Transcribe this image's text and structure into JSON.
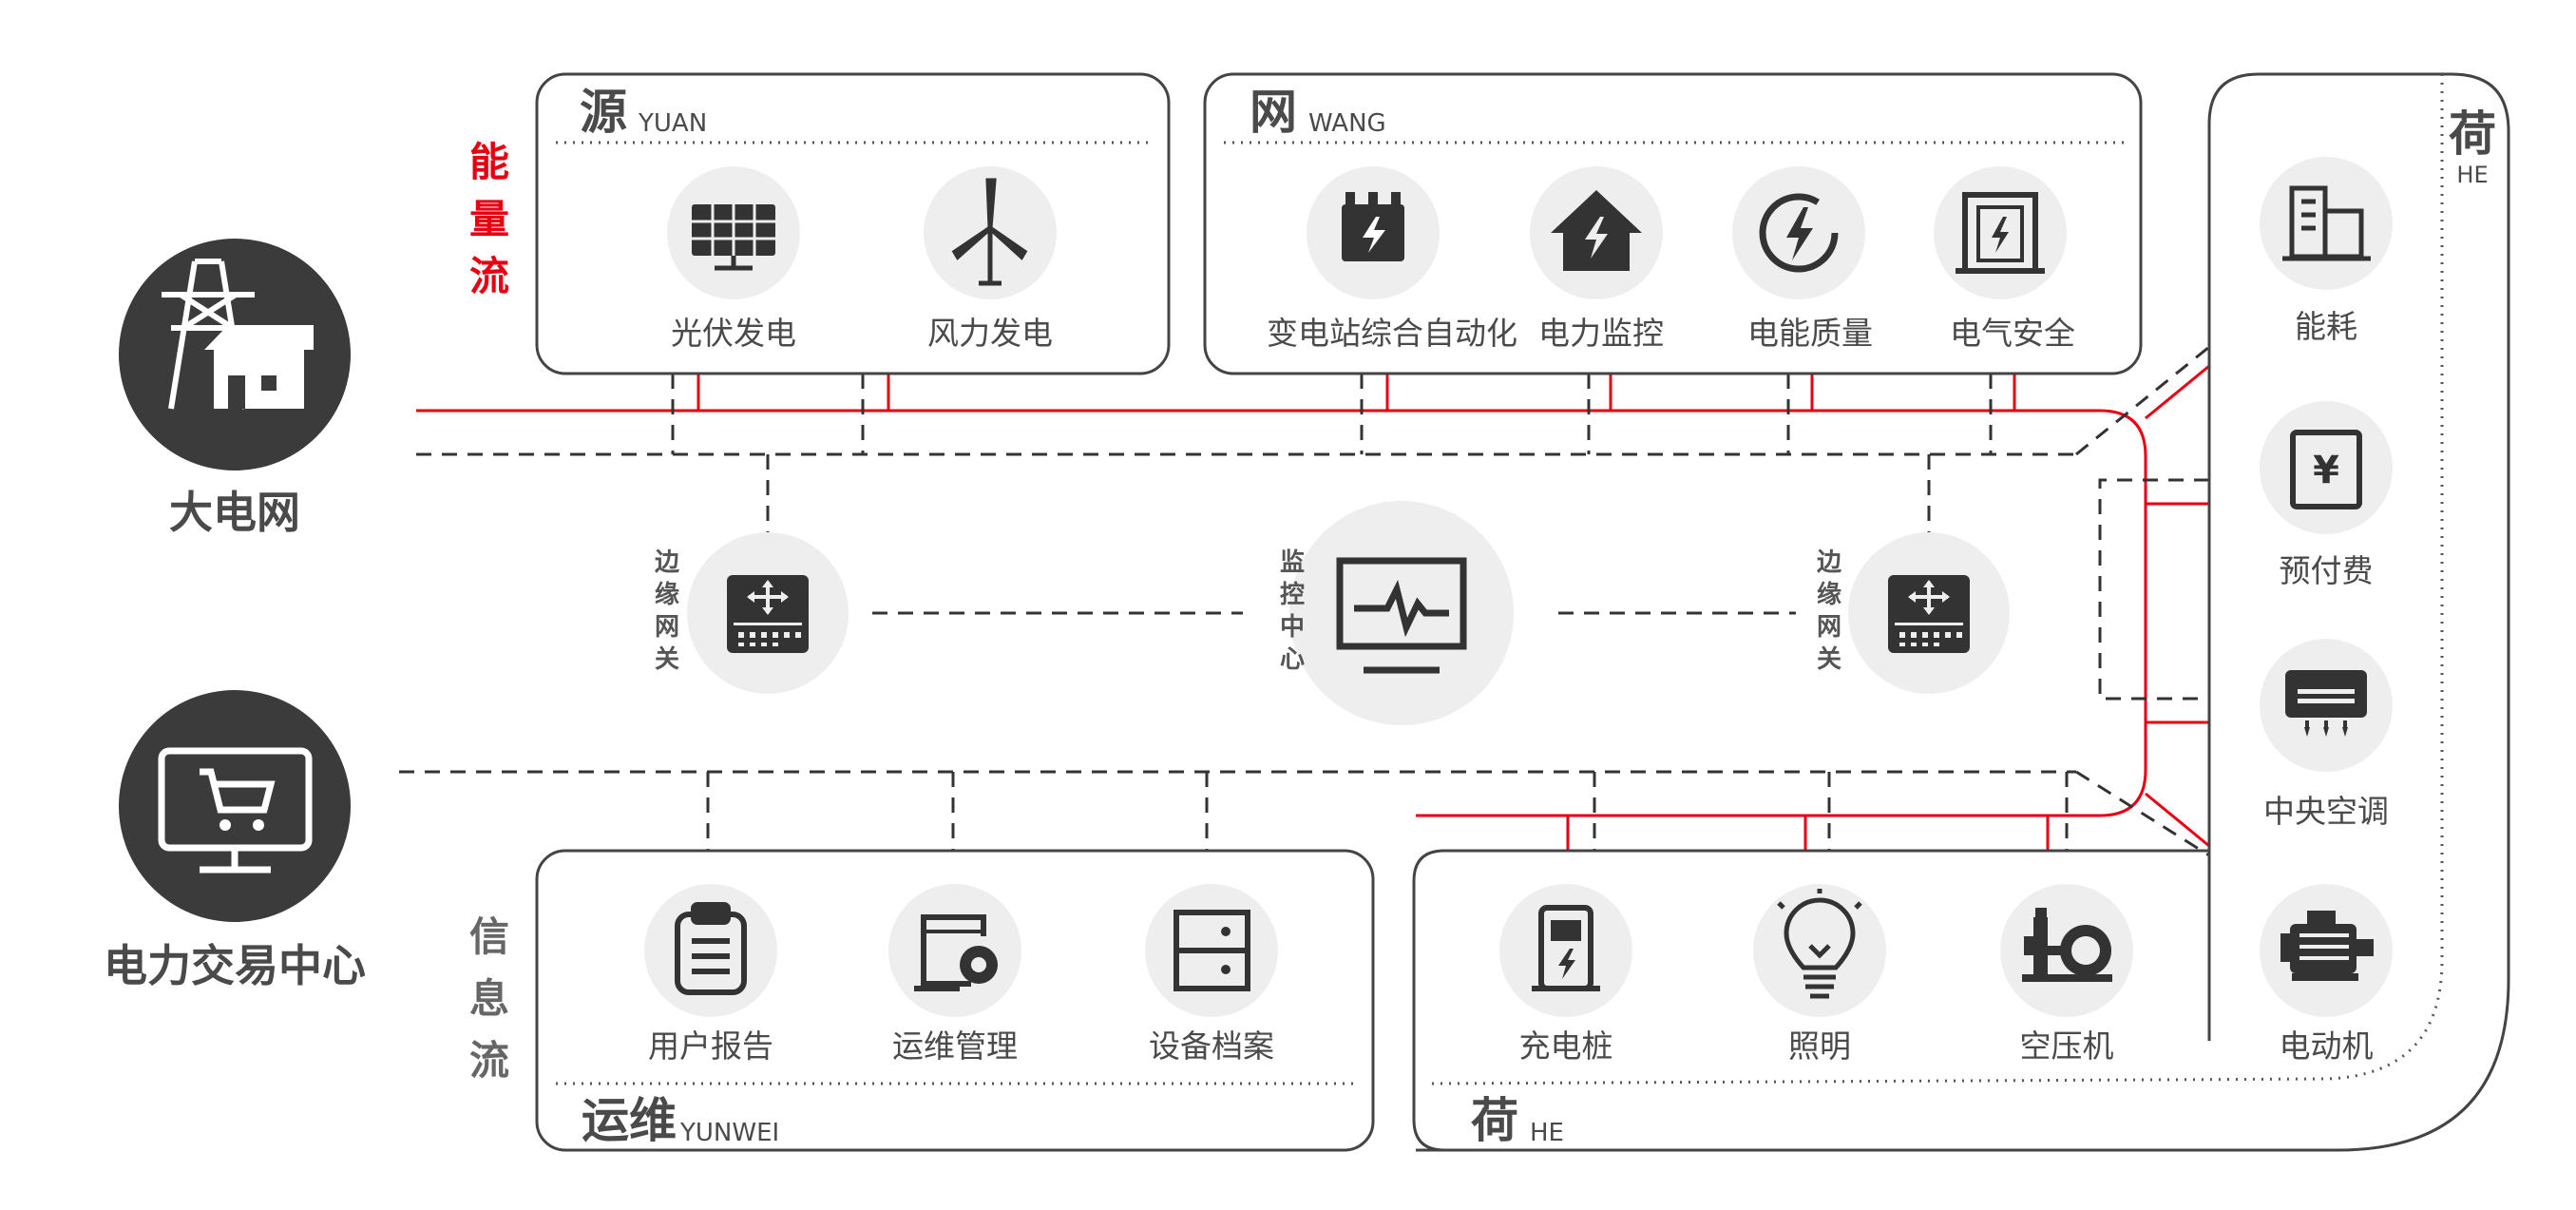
{
  "flows": {
    "energy": [
      "能",
      "量",
      "流"
    ],
    "info": [
      "信",
      "息",
      "流"
    ]
  },
  "left_nodes": {
    "grid": "大电网",
    "trading": "电力交易中心"
  },
  "yuan": {
    "title": "源",
    "subtitle": "YUAN",
    "items": [
      "光伏发电",
      "风力发电"
    ]
  },
  "wang": {
    "title": "网",
    "subtitle": "WANG",
    "items": [
      "变电站综合自动化",
      "电力监控",
      "电能质量",
      "电气安全"
    ]
  },
  "he_side": {
    "title": "荷",
    "subtitle": "HE",
    "items": [
      "能耗",
      "预付费",
      "中央空调"
    ]
  },
  "he_bottom": {
    "title": "荷",
    "subtitle": "HE",
    "items": [
      "充电桩",
      "照明",
      "空压机",
      "电动机"
    ]
  },
  "yunwei": {
    "title": "运维",
    "subtitle": "YUNWEI",
    "items": [
      "用户报告",
      "运维管理",
      "设备档案"
    ]
  },
  "center": {
    "gateway_left": [
      "边",
      "缘",
      "网",
      "关"
    ],
    "monitor": [
      "监",
      "控",
      "中",
      "心"
    ],
    "gateway_right": [
      "边",
      "缘",
      "网",
      "关"
    ]
  },
  "colors": {
    "energy_line": "#e60012",
    "dark": "#3b3b3b",
    "text": "#4a4a4a",
    "circle": "#eeeeee",
    "border": "#444444"
  }
}
